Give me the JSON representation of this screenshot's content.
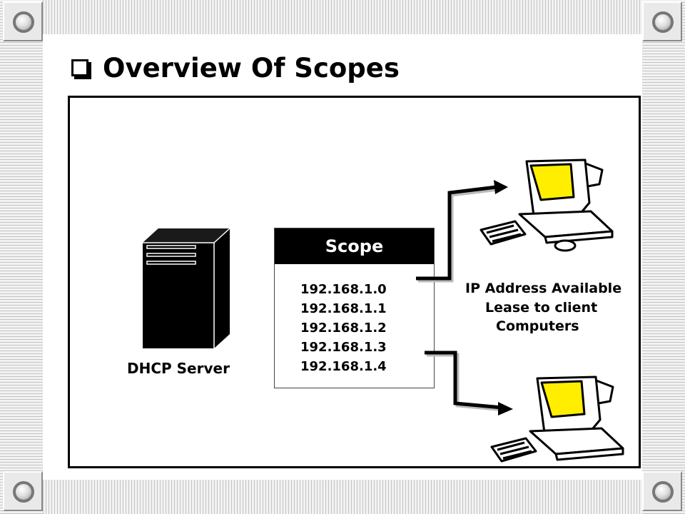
{
  "slide": {
    "title": "Overview Of Scopes"
  },
  "server": {
    "label": "DHCP Server"
  },
  "scope": {
    "header": "Scope",
    "addresses": [
      "192.168.1.0",
      "192.168.1.1",
      "192.168.1.2",
      "192.168.1.3",
      "192.168.1.4"
    ]
  },
  "note": {
    "line1": "IP Address Available",
    "line2": "Lease to client",
    "line3": "Computers"
  },
  "colors": {
    "screen": "#ffee00",
    "line": "#000000",
    "frame_hatch": "#c4c4c4"
  },
  "icons": [
    "square-bullet-icon",
    "server-tower-icon",
    "client-computer-icon",
    "arrow-connector"
  ]
}
